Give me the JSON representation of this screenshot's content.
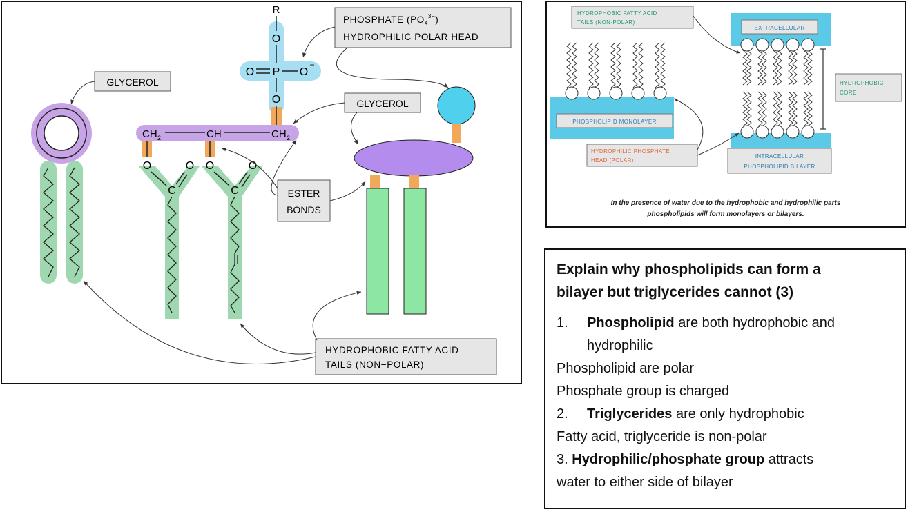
{
  "left_diagram": {
    "r_group": "R",
    "phosphate_label_line1": "PHOSPHATE (PO",
    "phosphate_sub": "4",
    "phosphate_sup": "3−",
    "phosphate_close": ")",
    "phosphate_label_line2": "HYDROPHILIC  POLAR  HEAD",
    "glycerol_left_label": "GLYCEROL",
    "glycerol_right_label": "GLYCEROL",
    "ester_label_line1": "ESTER",
    "ester_label_line2": "BONDS",
    "tails_label_line1": "HYDROPHOBIC  FATTY  ACID",
    "tails_label_line2": "TAILS  (NON−POLAR)",
    "atoms": {
      "o": "O",
      "p": "P",
      "c": "C",
      "o_minus": "O",
      "minus": "−",
      "ch2": "CH",
      "ch": "CH",
      "sub2": "2"
    }
  },
  "right_diagram": {
    "tails_label_line1": "HYDROPHOBIC  FATTY  ACID",
    "tails_label_line2": "TAILS  (NON-POLAR)",
    "extracellular_label": "EXTRACELLULAR",
    "core_label_line1": "HYDROPHOBIC",
    "core_label_line2": "CORE",
    "monolayer_label": "PHOSPHOLIPID  MONOLAYER",
    "head_label_line1": "HYDROPHILIC  PHOSPHATE",
    "head_label_line2": "HEAD  (POLAR)",
    "bilayer_label_line1": "INTRACELLULAR",
    "bilayer_label_line2": "PHOSPHOLIPID  BILAYER",
    "caption_line1": "In the presence of water due to the hydrophobic and hydrophilic parts",
    "caption_line2": "phospholipids will form monolayers or bilayers."
  },
  "question": {
    "title_line1": "Explain why phospholipids can form a",
    "title_line2": "bilayer but triglycerides cannot (3)",
    "p1_num": "1.",
    "p1_bold": "Phospholipid",
    "p1_rest": " are both hydrophobic and",
    "p1_cont": "hydrophilic",
    "p1_line2": "Phospholipid are polar",
    "p1_line3": "Phosphate group is charged",
    "p2_num": "2.",
    "p2_bold": "Triglycerides",
    "p2_rest": " are only hydrophobic",
    "p2_line2": "Fatty acid, triglyceride is non-polar",
    "p3_num": "3.",
    "p3_bold": "Hydrophilic/phosphate group",
    "p3_rest": " attracts",
    "p3_line2": "water to either side of bilayer"
  },
  "colors": {
    "tail_green": "#9fd8b0",
    "tail_block_green": "#8ee6a4",
    "head_blue": "#4fd0ec",
    "phosphate_bg": "#a7def2",
    "glycerol_purple": "#c7a4e6",
    "glycerol_block": "#b48cee",
    "ester_orange": "#f2a85a",
    "label_box": "#e6e6e6",
    "water_blue": "#5cc9e6"
  }
}
